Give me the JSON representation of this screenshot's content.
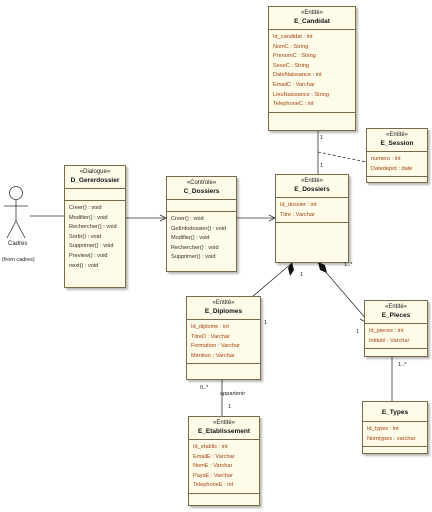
{
  "actor": {
    "name": "Cadres",
    "note": "(from cadres)"
  },
  "classes": {
    "candidat": {
      "stereotype": "«Entité»",
      "name": "E_Candidat",
      "attributes": [
        "Id_candidat : int",
        "NomC : String",
        "PrenomC : String",
        "SexeC : String",
        "DateNaissance : int",
        "EmailC : Varchar",
        "LieuNaissance : String",
        "TelephoneC : int"
      ],
      "operations": []
    },
    "session": {
      "stereotype": "«Entité»",
      "name": "E_Session",
      "attributes": [
        "numero : int",
        "Datedepot : date"
      ],
      "operations": []
    },
    "gererdossier": {
      "stereotype": "«Dialogue»",
      "name": "D_Gererdossier",
      "attributes": [],
      "operations": [
        "Creer() : void",
        "Modifier() : void",
        "Rechercher() : void",
        "Sortir() : void",
        "Supprimer() : void",
        "Preview() : void",
        "next() : void"
      ]
    },
    "cdossiers": {
      "stereotype": "«Controle»",
      "name": "C_Dossiers",
      "attributes": [],
      "operations": [
        "Creer() : void",
        "GetInfodossier() : void",
        "Modifier() : void",
        "Rechercher() : void",
        "Supprimer() : void"
      ]
    },
    "edossiers": {
      "stereotype": "«Entité»",
      "name": "E_Dossiers",
      "attributes": [
        "Id_dossier : int",
        "Titre : Varchar"
      ],
      "operations": []
    },
    "diplomes": {
      "stereotype": "«Entité»",
      "name": "E_Diplomes",
      "attributes": [
        "Id_diplome : int",
        "TitreD : Varchar",
        "Formation : Varchar",
        "Mention : Varchar"
      ],
      "operations": []
    },
    "pieces": {
      "stereotype": "«Entité»",
      "name": "E_Pieces",
      "attributes": [
        "Id_pieces : int",
        "Intitulé : Varchar"
      ],
      "operations": []
    },
    "etablissement": {
      "stereotype": "«Entité»",
      "name": "E_Etablissement",
      "attributes": [
        "Id_etablis : int",
        "EmailE : Varchar",
        "NomE : Varchar",
        "PaysE : Varchar",
        "TelephoneE : int"
      ],
      "operations": []
    },
    "types": {
      "stereotype": "",
      "name": "E_Types",
      "attributes": [
        "Id_types : int",
        "Nomtypes : varchar"
      ],
      "operations": []
    }
  },
  "labels": {
    "cand_dossier_top": "1",
    "cand_dossier_bottom": "1",
    "dossier_diplome": "1",
    "dossier_pieces": "1..*",
    "diplome_end": "1",
    "pieces_end": "1",
    "diplome_etab_mult": "0..*",
    "diplome_etab_role": "appartenir",
    "etab_end": "1",
    "pieces_types_mult": "1..*"
  }
}
